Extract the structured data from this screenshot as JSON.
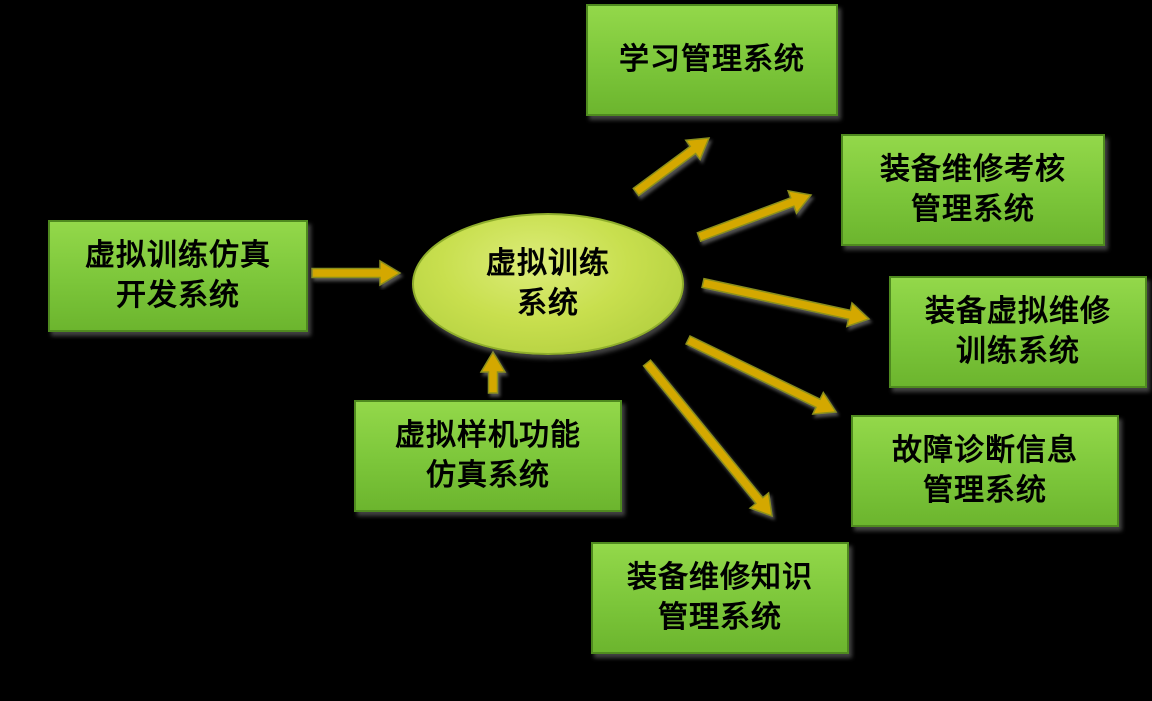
{
  "diagram": {
    "center": {
      "line1": "虚拟训练",
      "line2": "系统"
    },
    "left_input": {
      "line1": "虚拟训练仿真",
      "line2": "开发系统"
    },
    "bottom_input": {
      "line1": "虚拟样机功能",
      "line2": "仿真系统"
    },
    "outputs": {
      "learning": {
        "line1": "学习管理系统"
      },
      "assessment": {
        "line1": "装备维修考核",
        "line2": "管理系统"
      },
      "vr_repair": {
        "line1": "装备虚拟维修",
        "line2": "训练系统"
      },
      "fault": {
        "line1": "故障诊断信息",
        "line2": "管理系统"
      },
      "knowledge": {
        "line1": "装备维修知识",
        "line2": "管理系统"
      }
    }
  },
  "colors": {
    "background": "#000000",
    "box_fill": "#7cc63a",
    "hub_fill": "#c8df4e",
    "arrow_fill": "#d4a800"
  }
}
